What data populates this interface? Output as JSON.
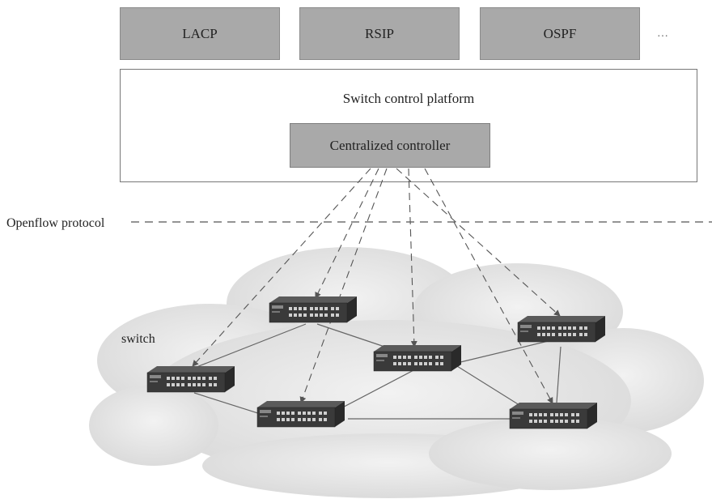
{
  "protocols": [
    "LACP",
    "RSIP",
    "OSPF"
  ],
  "ellipsis": "…",
  "platform": {
    "label": "Switch control platform"
  },
  "controller": {
    "label": "Centralized controller"
  },
  "openflow": {
    "label": "Openflow protocol"
  },
  "switch_label": "switch",
  "colors": {
    "box_fill": "#a9a9a9",
    "cloud": "#e3e3e3",
    "line": "#555555"
  },
  "icons": [
    "network-switch-icon",
    "cloud-shape"
  ]
}
